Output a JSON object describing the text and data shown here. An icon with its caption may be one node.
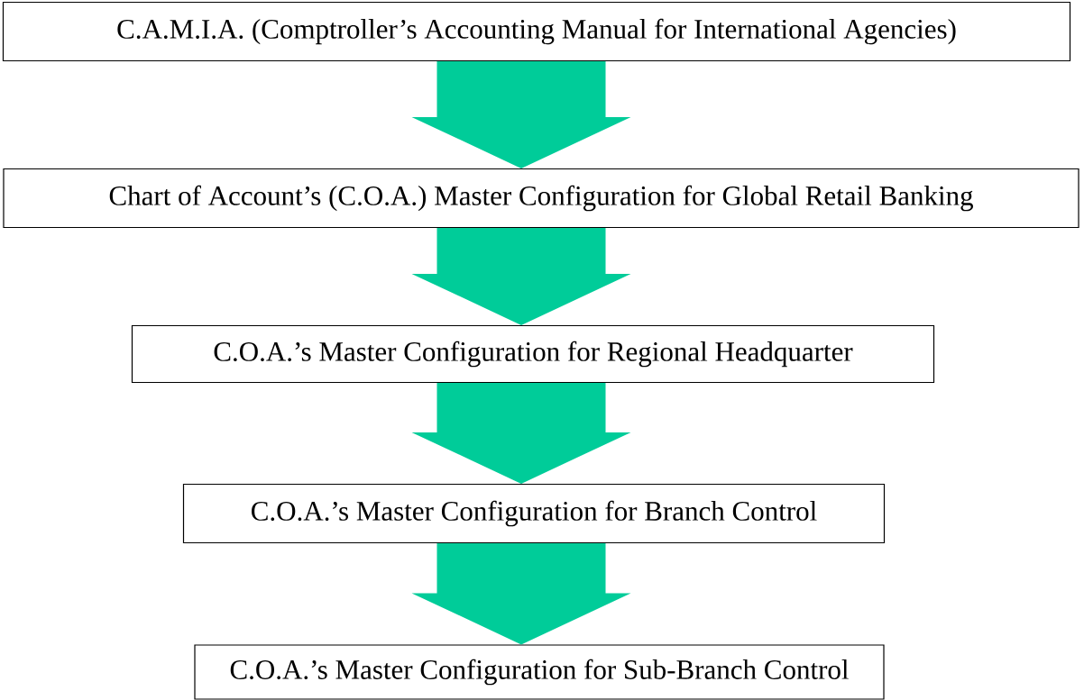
{
  "diagram": {
    "nodes": [
      {
        "text": [
          "C.A.M.I.A. (Comptroller’s Accounting Manual for International Agencies)"
        ]
      },
      {
        "text": [
          "Chart of Account’s (C.O.A.) Master Configuration for Global Retail Banking"
        ]
      },
      {
        "text": [
          "C.O.A.’s Master Configuration for Regional Headquarter"
        ]
      },
      {
        "text": [
          "C.O.A.’s Master Configuration for Branch Control"
        ]
      },
      {
        "text": [
          "C.O.A.’s Master Configuration for Sub-Branch Control"
        ]
      }
    ],
    "edges": [
      {
        "from": 0,
        "to": 1,
        "arrow": "to"
      },
      {
        "from": 1,
        "to": 2,
        "arrow": "to"
      },
      {
        "from": 2,
        "to": 3,
        "arrow": "to"
      },
      {
        "from": 3,
        "to": 4,
        "arrow": "to"
      }
    ]
  }
}
